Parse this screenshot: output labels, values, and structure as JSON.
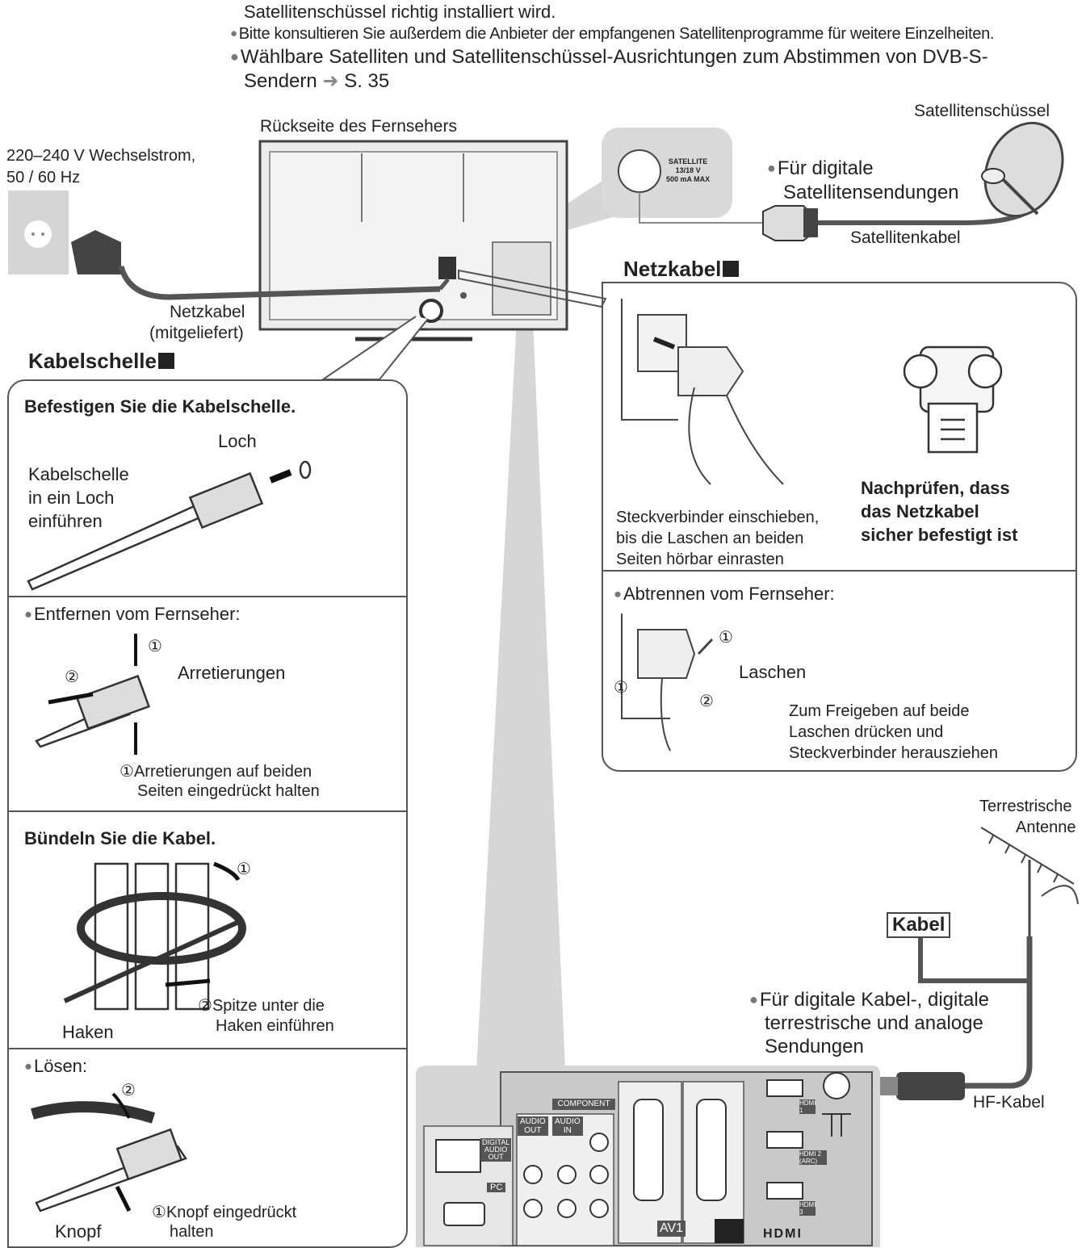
{
  "intro": {
    "line1": "Satellitenschüssel richtig installiert wird.",
    "line2": "Bitte konsultieren Sie außerdem die Anbieter der empfangenen Satellitenprogramme für weitere Einzelheiten.",
    "line3": "Wählbare Satelliten und Satellitenschüssel-Ausrichtungen zum Abstimmen von DVB-S-",
    "line4": "Sendern",
    "line4_ref": "S. 35"
  },
  "tv_back": {
    "title": "Rückseite des Fernsehers",
    "power_source": [
      "220–240 V Wechselstrom,",
      "50 / 60 Hz"
    ],
    "power_cable": [
      "Netzkabel",
      "(mitgeliefert)"
    ]
  },
  "satellite": {
    "dish_label": "Satellitenschüssel",
    "port_label": [
      "SATELLITE",
      "13/18 V",
      "500 mA MAX"
    ],
    "for_label": [
      "Für digitale",
      "Satellitensendungen"
    ],
    "cable_label": "Satellitenkabel"
  },
  "cable_clamp": {
    "heading": "Kabelschelle",
    "attach_title": "Befestigen Sie die Kabelschelle.",
    "hole_label": "Loch",
    "insert_label": [
      "Kabelschelle",
      "in ein Loch",
      "einführen"
    ],
    "remove_title": "Entfernen vom Fernseher:",
    "locks_label": "Arretierungen",
    "locks_note": [
      "Arretierungen auf beiden",
      "Seiten eingedrückt halten"
    ],
    "bundle_title": "Bündeln Sie die Kabel.",
    "tip_note": [
      "Spitze unter die",
      "Haken einführen"
    ],
    "hook_label": "Haken",
    "release_title": "Lösen:",
    "button_label": "Knopf",
    "button_note": [
      "Knopf eingedrückt",
      "halten"
    ]
  },
  "power_cord": {
    "heading": "Netzkabel",
    "insert_note": [
      "Steckverbinder einschieben,",
      "bis die Laschen an beiden",
      "Seiten hörbar einrasten"
    ],
    "check_note": [
      "Nachprüfen, dass",
      "das Netzkabel",
      "sicher befestigt ist"
    ],
    "disconnect_title": "Abtrennen vom Fernseher:",
    "tabs_label": "Laschen",
    "release_note": [
      "Zum Freigeben auf beide",
      "Laschen drücken und",
      "Steckverbinder herausziehen"
    ]
  },
  "antenna": {
    "label": [
      "Terrestrische",
      "Antenne"
    ],
    "cable_box": "Kabel",
    "for_label": [
      "Für digitale Kabel-, digitale",
      "terrestrische und analoge",
      "Sendungen"
    ],
    "rf_cable": "HF-Kabel"
  },
  "panel": {
    "component": "COMPONENT",
    "audio_out": [
      "AUDIO",
      "OUT"
    ],
    "audio_in": [
      "AUDIO",
      "IN"
    ],
    "digital_audio_out": [
      "DIGITAL",
      "AUDIO",
      "OUT"
    ],
    "pc": "PC",
    "av1": "AV1",
    "hdmi": [
      "HDMI 1",
      "HDMI 2 (ARC)",
      "HDMI 3"
    ],
    "hdmi_logo": "HDMI",
    "circled_1": "①",
    "circled_2": "②"
  }
}
